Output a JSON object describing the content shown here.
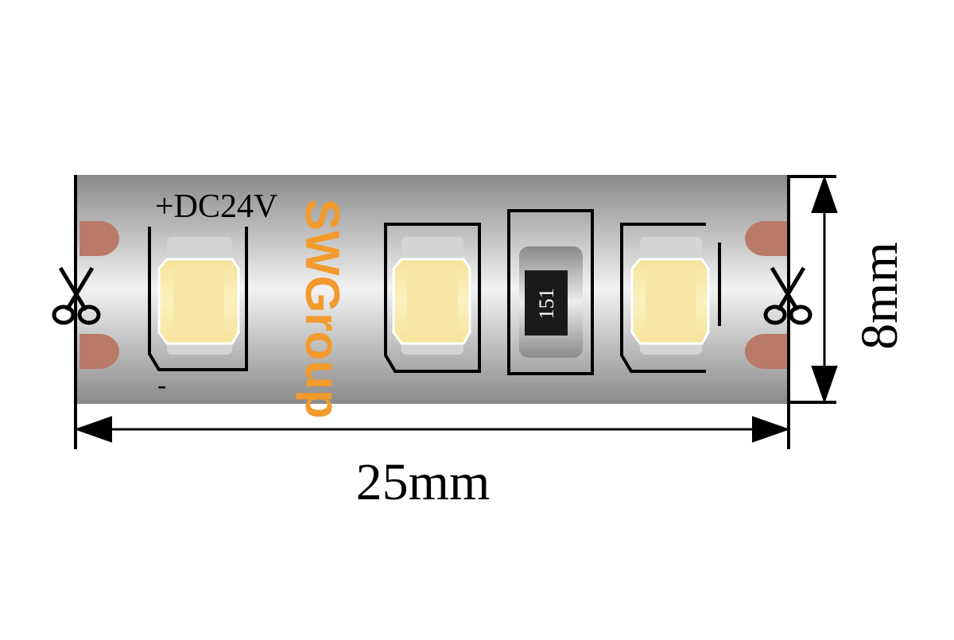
{
  "strip": {
    "polarity_plus": "+DC24V",
    "polarity_minus": "-",
    "brand": "SWGroup",
    "resistor_code": "151",
    "led_count": 3
  },
  "dimensions": {
    "width_label": "25mm",
    "height_label": "8mm"
  },
  "colors": {
    "strip_mid": "#f2f2f2",
    "strip_edge": "#8a8a8a",
    "pad": "#b97a6a",
    "led_face": "#fbf3c8",
    "led_glow": "#f7e190",
    "brand": "#f39a2c",
    "resistor": "#1a1a1a",
    "line": "#000000"
  },
  "icons": {
    "cut_mark": "scissors-icon"
  }
}
